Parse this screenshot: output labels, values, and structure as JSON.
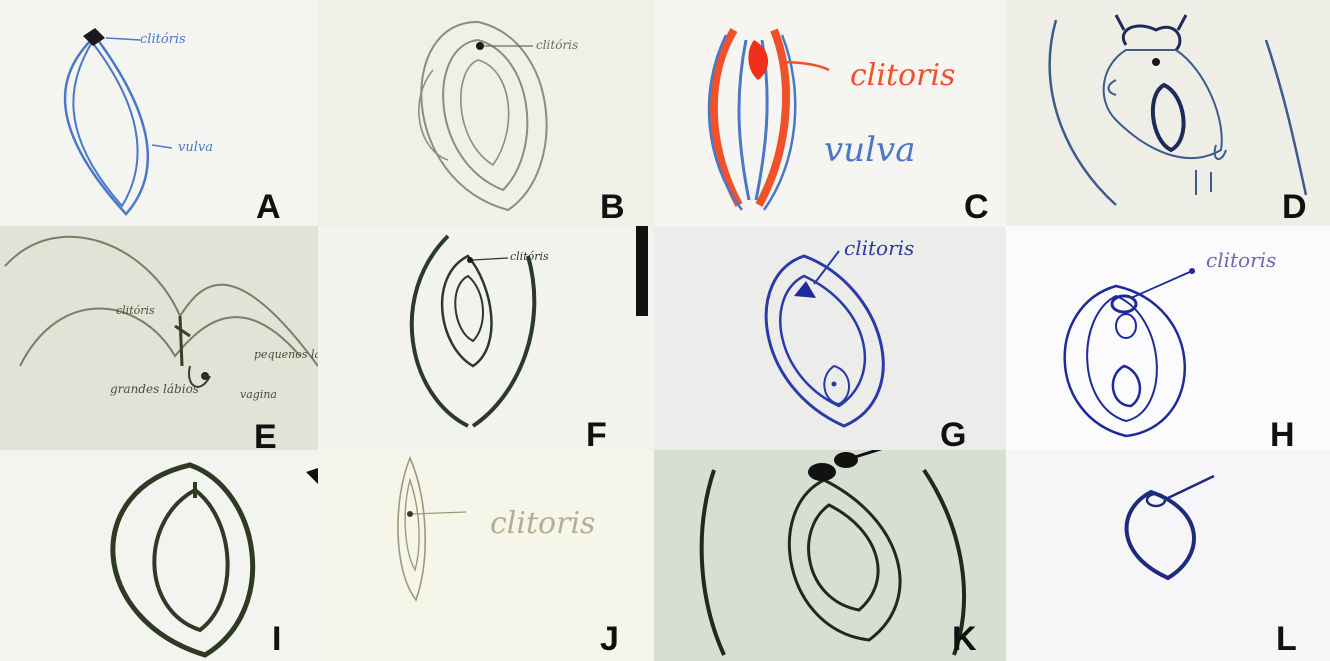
{
  "panels": [
    {
      "letter": "A",
      "bg": "#f4f4f1",
      "labels": [
        "clitóris",
        "vulva"
      ]
    },
    {
      "letter": "B",
      "bg": "#f1f0e6",
      "labels": [
        "clitóris"
      ]
    },
    {
      "letter": "C",
      "bg": "#f6f5f1",
      "labels": [
        "clitoris",
        "vulva"
      ]
    },
    {
      "letter": "D",
      "bg": "#efeee6",
      "labels": []
    },
    {
      "letter": "E",
      "bg": "#e1e3d6",
      "labels": [
        "clitóris",
        "pequenos lábios",
        "grandes lábios",
        "vagina"
      ]
    },
    {
      "letter": "F",
      "bg": "#f2f2ee",
      "labels": [
        "clitóris"
      ]
    },
    {
      "letter": "G",
      "bg": "#ececea",
      "labels": [
        "clitoris"
      ]
    },
    {
      "letter": "H",
      "bg": "#fbfbfd",
      "labels": [
        "clitoris"
      ]
    },
    {
      "letter": "I",
      "bg": "#f3f3f0",
      "labels": []
    },
    {
      "letter": "J",
      "bg": "#f6f5ea",
      "labels": [
        "clitoris"
      ]
    },
    {
      "letter": "K",
      "bg": "#d9ded2",
      "labels": []
    },
    {
      "letter": "L",
      "bg": "#f6f6f8",
      "labels": []
    }
  ],
  "colors": {
    "blue_ink": "#4a78c8",
    "dark_blue": "#1e2a9a",
    "pencil": "#8b8f78",
    "black_ink": "#2b3a2a",
    "red": "#f0502a"
  }
}
